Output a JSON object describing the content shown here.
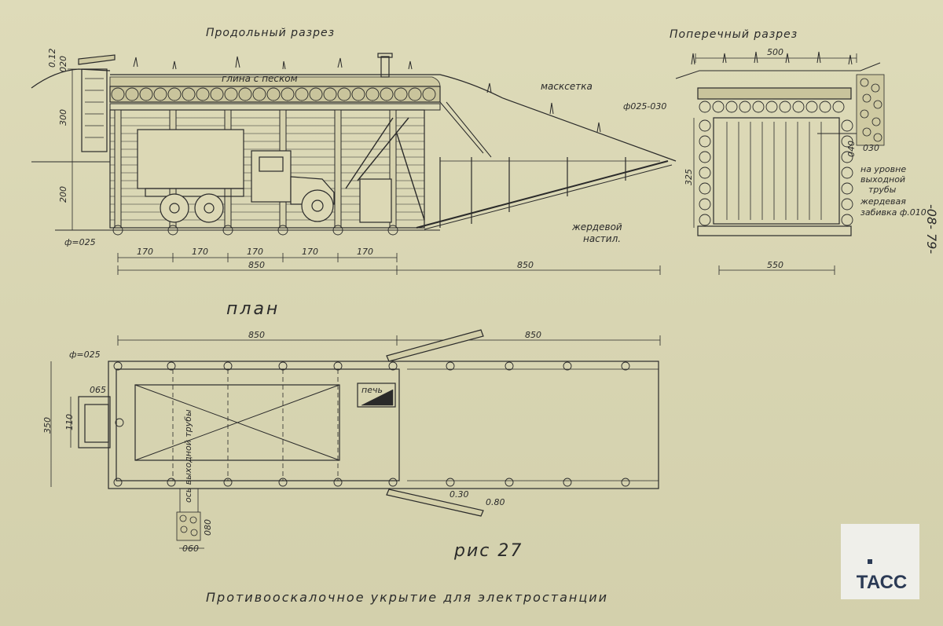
{
  "drawing": {
    "title_longitudinal": "Продольный разрез",
    "title_cross": "Поперечный разрез",
    "title_plan": "план",
    "figure": "рис 27",
    "caption": "Противооскалочное укрытие для электростанции",
    "side_note": "-08- 79-",
    "labels": {
      "clay_sand": "глина с песком",
      "maskset": "масксетка",
      "pole_floor_1": "жердевой",
      "pole_floor_2": "настил.",
      "diameter_cross": "ф025-030",
      "pipe_level_1": "на уровне",
      "pipe_level_2": "выходной",
      "pipe_level_3": "трубы",
      "pole_fill_1": "жердевая",
      "pole_fill_2": "забивка ф.010",
      "stove": "печь",
      "exhaust_axis": "ось выходной трубы"
    },
    "dims": {
      "d025_a": "ф=025",
      "d025_b": "ф=025",
      "h300": "300",
      "h200": "200",
      "d020": "020",
      "s170_1": "170",
      "s170_2": "170",
      "s170_3": "170",
      "s170_4": "170",
      "s170_5": "170",
      "len850_a": "850",
      "len850_b": "850",
      "len850_c": "850",
      "len850_d": "850",
      "w500": "500",
      "w550": "550",
      "d030": "030",
      "h325": "325",
      "d040": "040",
      "p065": "065",
      "p350": "350",
      "p110": "110",
      "p080": "080",
      "p060": "060",
      "r030": "0.30",
      "r080": "0.80",
      "d012": "0.12"
    }
  },
  "watermark": {
    "text": "ТАСС",
    "color": "#2b3a55"
  }
}
